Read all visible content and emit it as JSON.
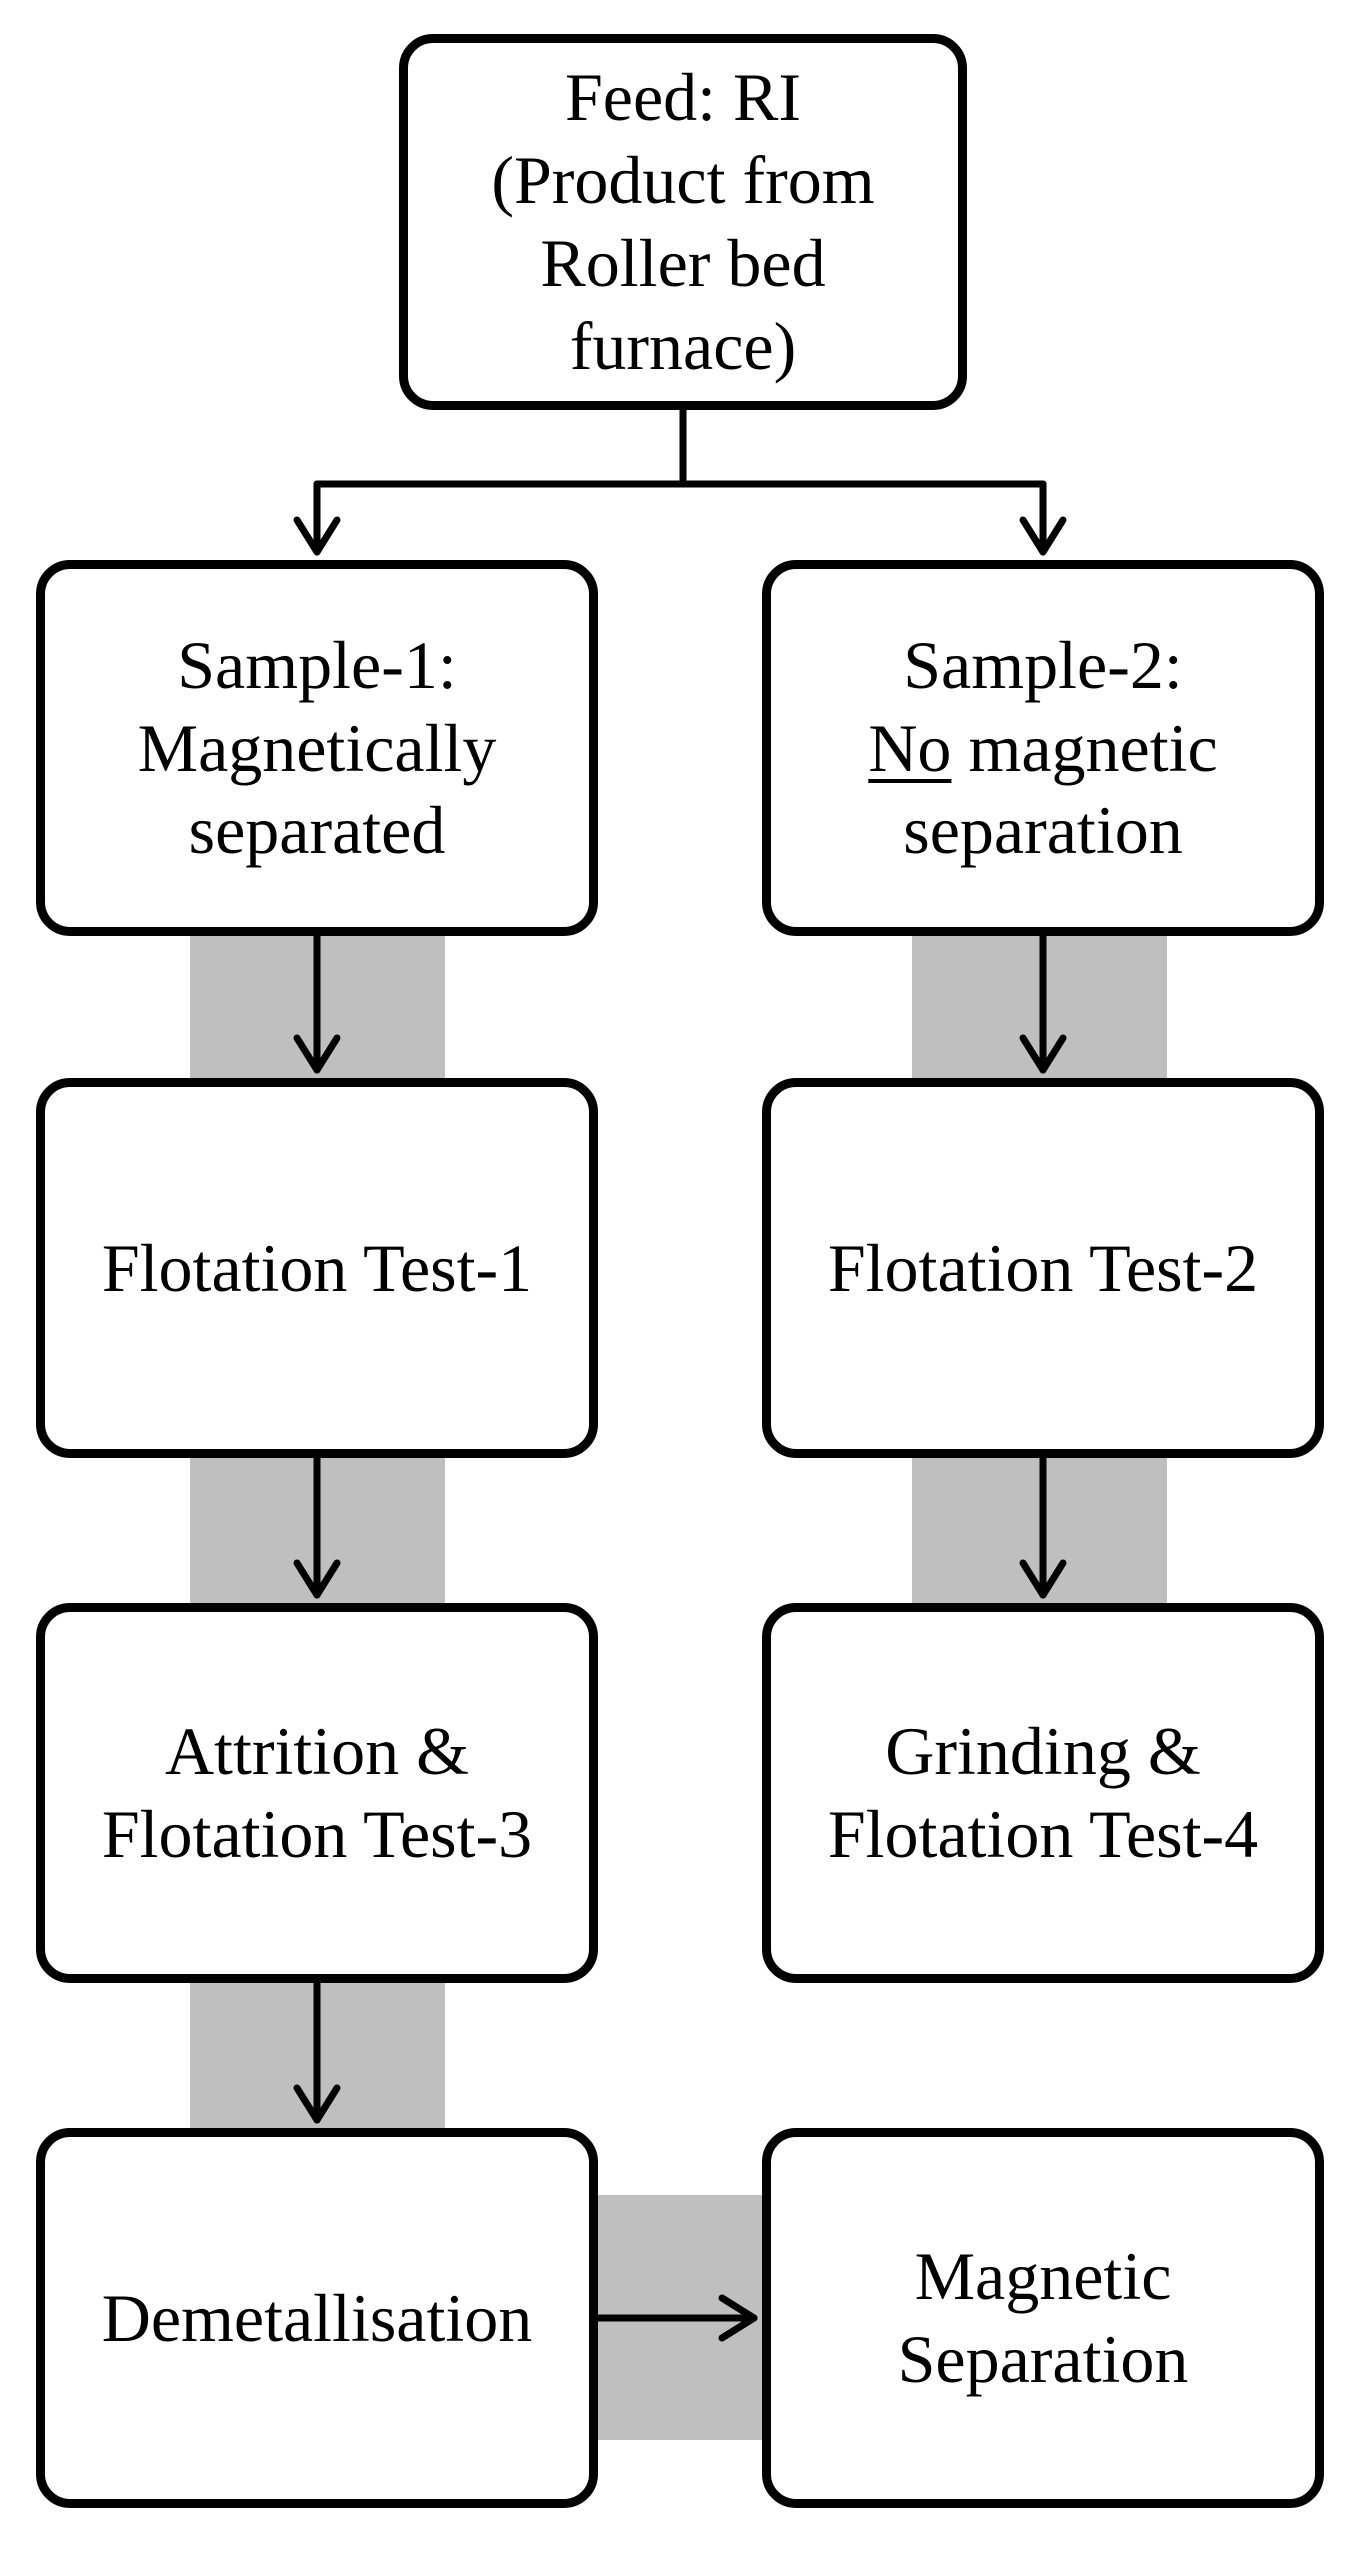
{
  "nodes": {
    "feed": {
      "lines": [
        "Feed: RI",
        "(Product from",
        "Roller bed",
        "furnace)"
      ]
    },
    "sample1": {
      "lines": [
        "Sample-1:",
        "Magnetically",
        "separated"
      ]
    },
    "sample2": {
      "line1": "Sample-2:",
      "line2_underlined": "No",
      "line2_rest": " magnetic",
      "line3": "separation"
    },
    "flotation1": {
      "lines": [
        "Flotation Test-1"
      ]
    },
    "flotation2": {
      "lines": [
        "Flotation Test-2"
      ]
    },
    "attrition": {
      "lines": [
        "Attrition &",
        "Flotation Test-3"
      ]
    },
    "grinding": {
      "lines": [
        "Grinding &",
        "Flotation Test-4"
      ]
    },
    "demetallisation": {
      "lines": [
        "Demetallisation"
      ]
    },
    "magnetic": {
      "lines": [
        "Magnetic",
        "Separation"
      ]
    }
  },
  "colors": {
    "stroke": "#000000",
    "band": "#bfbfbf",
    "background": "#ffffff"
  }
}
